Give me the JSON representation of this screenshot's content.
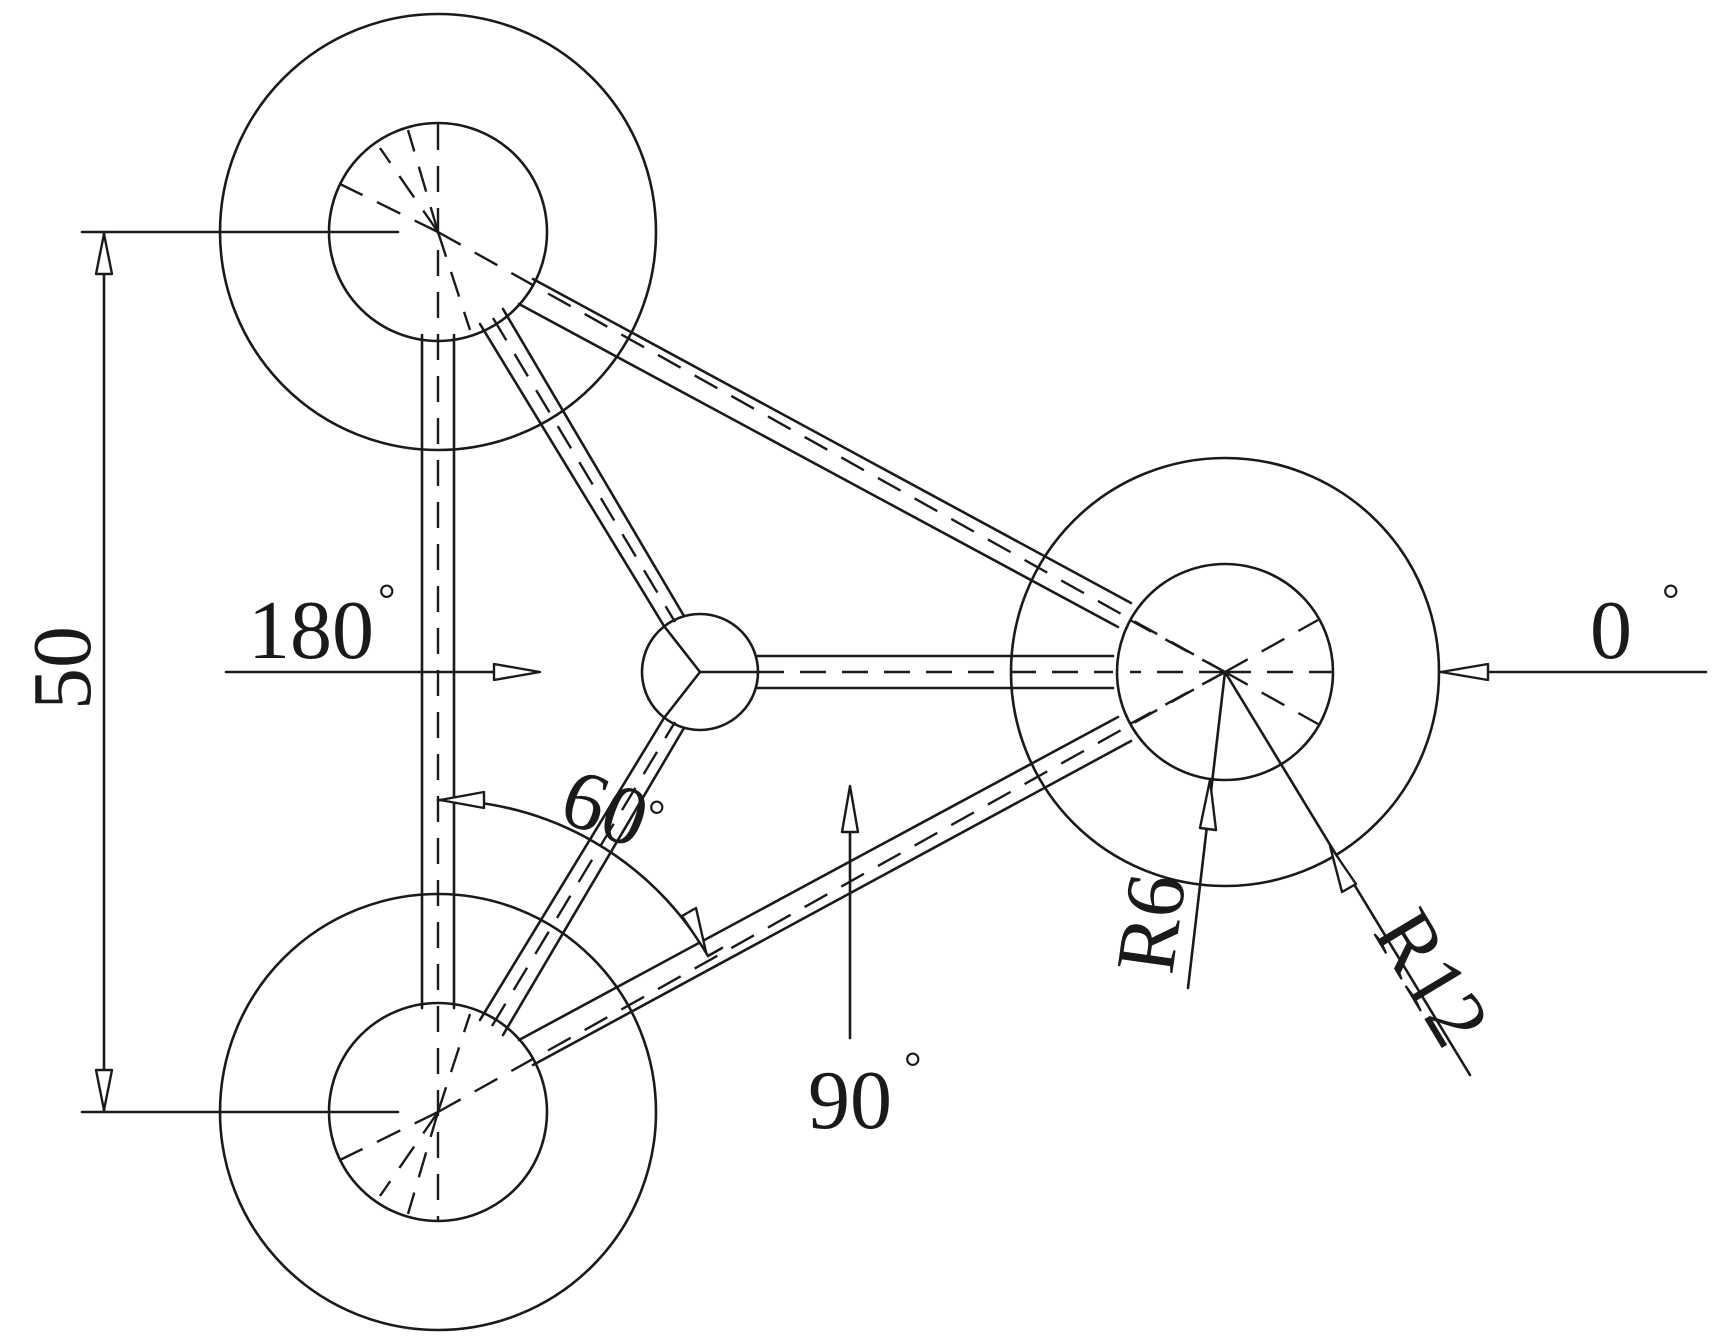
{
  "labels": {
    "dimension_height": "50",
    "angle_0": "0",
    "angle_180": "180",
    "angle_90": "90",
    "angle_60": "60",
    "degree_mark": "°",
    "radius_inner": "R6",
    "radius_outer": "R12"
  },
  "colors": {
    "line": "#1a1a1a",
    "background": "#ffffff"
  }
}
